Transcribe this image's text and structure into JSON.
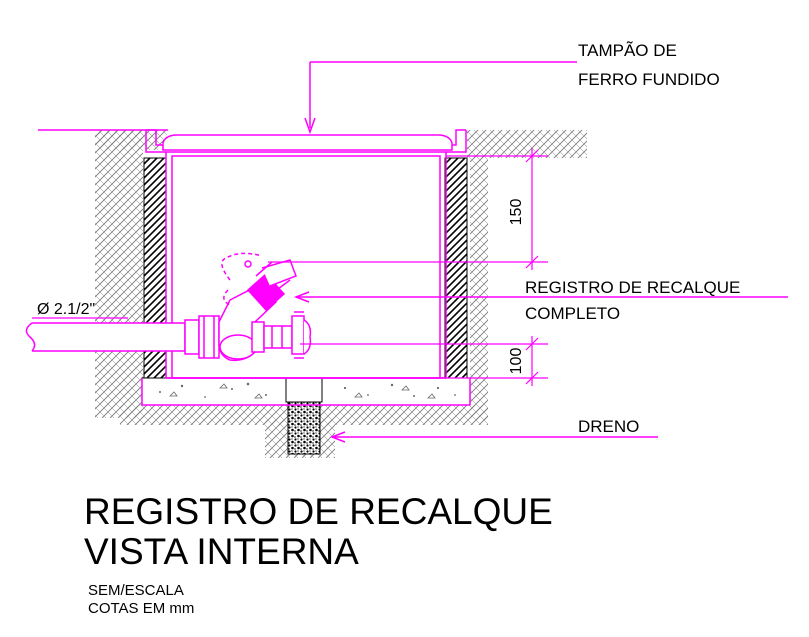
{
  "callouts": {
    "lid_line1": "TAMPÃO DE",
    "lid_line2": "FERRO FUNDIDO",
    "valve_line1": "REGISTRO DE RECALQUE",
    "valve_line2": "COMPLETO",
    "drain": "DRENO"
  },
  "dimensions": {
    "top_clearance": "150",
    "bottom_clearance": "100",
    "pipe_diameter": "Ø 2.1/2\""
  },
  "title": {
    "line1": "REGISTRO DE RECALQUE",
    "line2": "VISTA INTERNA"
  },
  "notes": {
    "scale": "SEM/ESCALA",
    "units": "COTAS EM mm"
  },
  "colors": {
    "annotation": "#ff00ff",
    "linework": "#000000",
    "earth_hatch": "#7a7a7a"
  }
}
